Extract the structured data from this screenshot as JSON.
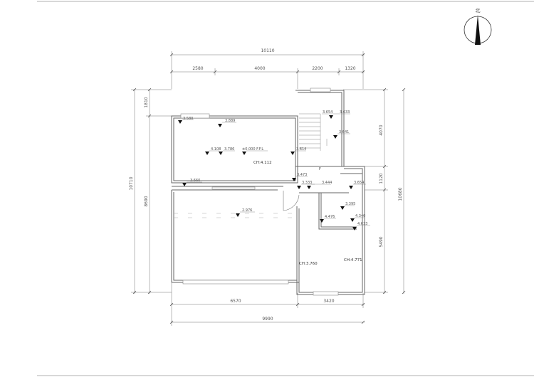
{
  "compass": {
    "label": "北"
  },
  "dimensions": {
    "top_total": "10110",
    "top_segments": [
      "2580",
      "4000",
      "2200",
      "1320"
    ],
    "bottom_segments": [
      "6570",
      "3420"
    ],
    "bottom_total": "9990",
    "left_total": "10710",
    "left_upper": "1810",
    "left_lower": "8690",
    "right_upper": "4070",
    "right_mid": "1120",
    "right_lower": "5490",
    "right_total": "10680"
  },
  "levels": {
    "l1": "3.580",
    "l2": "3.889",
    "l3": "4.108",
    "l4": "3.786",
    "l5": "±0.000 F.F.L",
    "l6": "3.614",
    "l7": "3.654",
    "l8": "3.633",
    "l9": "3.641",
    "l10": "3.660",
    "l11": "3.473",
    "l12": "3.333",
    "l13": "3.444",
    "l14": "3.654",
    "l15": "2.976",
    "l16": "3.395",
    "l17": "4.476",
    "l18": "4.340",
    "l19": "4.633"
  },
  "room_heights": {
    "r1": "CH:4.112",
    "r2": "CH:3.760",
    "r3": "CH:4.771"
  },
  "stair_label": "F"
}
